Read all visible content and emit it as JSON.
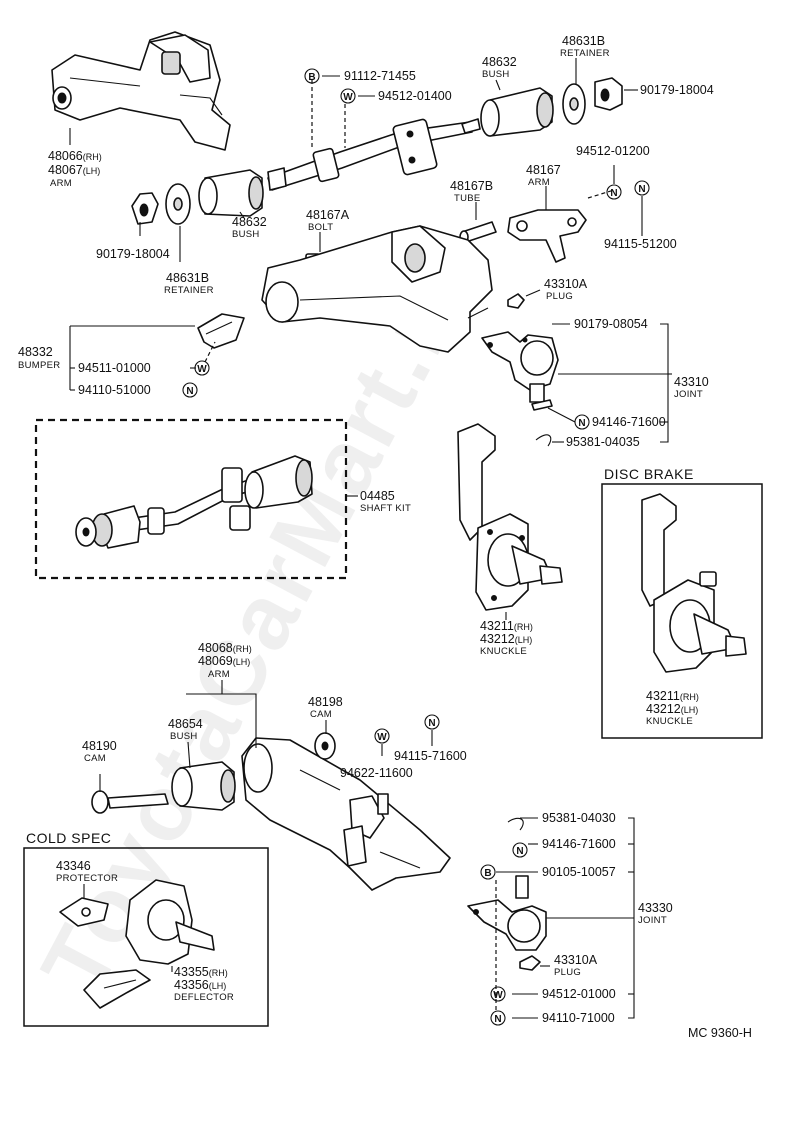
{
  "watermark": "ToyotaCarMart.ru",
  "footer_code": "MC  9360-H",
  "symbols": {
    "B": "B",
    "W": "W",
    "N": "N"
  },
  "sections": {
    "disc_brake": "DISC BRAKE",
    "cold_spec": "COLD SPEC"
  },
  "parts": {
    "p48066": {
      "num": "48066",
      "sfx": "(RH)"
    },
    "p48067": {
      "num": "48067",
      "sfx": "(LH)",
      "name": "ARM"
    },
    "p91112": {
      "num": "91112-71455"
    },
    "p94512a": {
      "num": "94512-01400"
    },
    "p48632a": {
      "num": "48632",
      "name": "BUSH"
    },
    "p48631a": {
      "num": "48631B",
      "name": "RETAINER"
    },
    "p90179a": {
      "num": "90179-18004"
    },
    "p90179b": {
      "num": "90179-18004"
    },
    "p48632b": {
      "num": "48632",
      "name": "BUSH"
    },
    "p48631b": {
      "num": "48631B",
      "name": "RETAINER"
    },
    "p48167b": {
      "num": "48167B",
      "name": "TUBE"
    },
    "p48167": {
      "num": "48167",
      "name": "ARM"
    },
    "p94512b": {
      "num": "94512-01200"
    },
    "p94115a": {
      "num": "94115-51200"
    },
    "p48167a": {
      "num": "48167A",
      "name": "BOLT"
    },
    "p43310a1": {
      "num": "43310A",
      "name": "PLUG"
    },
    "p90179c": {
      "num": "90179-08054"
    },
    "p48332": {
      "num": "48332",
      "name": "BUMPER"
    },
    "p94511": {
      "num": "94511-01000"
    },
    "p94110a": {
      "num": "94110-51000"
    },
    "p43310": {
      "num": "43310",
      "name": "JOINT"
    },
    "p94146a": {
      "num": "94146-71600"
    },
    "p95381a": {
      "num": "95381-04035"
    },
    "p04485": {
      "num": "04485",
      "name": "SHAFT KIT"
    },
    "p43211a": {
      "num": "43211",
      "sfx": "(RH)"
    },
    "p43212a": {
      "num": "43212",
      "sfx": "(LH)",
      "name": "KNUCKLE"
    },
    "p43211b": {
      "num": "43211",
      "sfx": "(RH)"
    },
    "p43212b": {
      "num": "43212",
      "sfx": "(LH)",
      "name": "KNUCKLE"
    },
    "p48068": {
      "num": "48068",
      "sfx": "(RH)"
    },
    "p48069": {
      "num": "48069",
      "sfx": "(LH)",
      "name": "ARM"
    },
    "p48198": {
      "num": "48198",
      "name": "CAM"
    },
    "p48654": {
      "num": "48654",
      "name": "BUSH"
    },
    "p48190": {
      "num": "48190",
      "name": "CAM"
    },
    "p94622": {
      "num": "94622-11600"
    },
    "p94115b": {
      "num": "94115-71600"
    },
    "p95381b": {
      "num": "95381-04030"
    },
    "p94146b": {
      "num": "94146-71600"
    },
    "p90105": {
      "num": "90105-10057"
    },
    "p43330": {
      "num": "43330",
      "name": "JOINT"
    },
    "p43310a2": {
      "num": "43310A",
      "name": "PLUG"
    },
    "p94512c": {
      "num": "94512-01000"
    },
    "p94110b": {
      "num": "94110-71000"
    },
    "p43346": {
      "num": "43346",
      "name": "PROTECTOR"
    },
    "p43355": {
      "num": "43355",
      "sfx": "(RH)"
    },
    "p43356": {
      "num": "43356",
      "sfx": "(LH)",
      "name": "DEFLECTOR"
    }
  }
}
